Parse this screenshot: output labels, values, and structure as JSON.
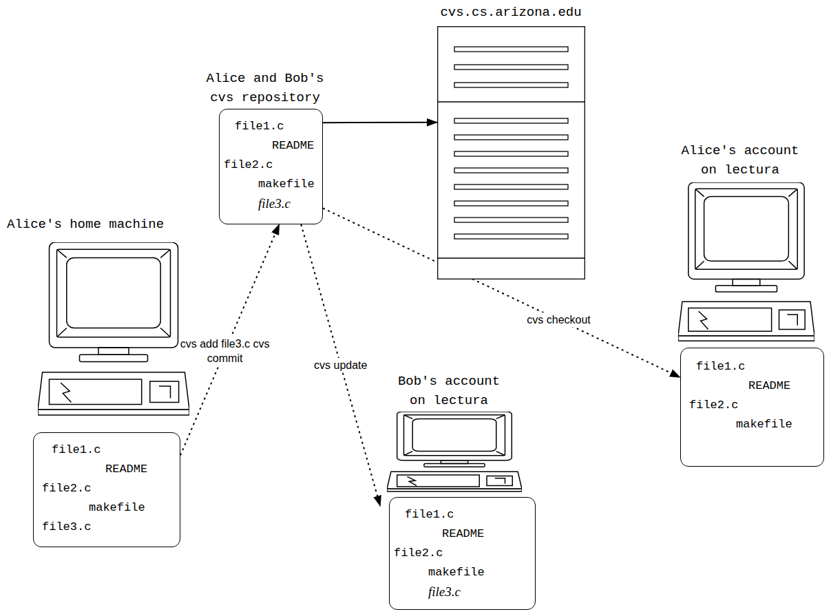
{
  "diagram": {
    "nodes": [
      {
        "text": [
          "Alice and Bob's cvs repository",
          "file1.c",
          "README",
          "file2.c",
          "makefile",
          "file3.c"
        ]
      },
      {
        "text": [
          "cvs.cs.arizona.edu"
        ]
      },
      {
        "text": [
          "Alice's home machine",
          "file1.c",
          "README",
          "file2.c",
          "makefile",
          "file3.c"
        ]
      },
      {
        "text": [
          "Bob's account on lectura",
          "file1.c",
          "README",
          "file2.c",
          "makefile",
          "file3.c"
        ]
      },
      {
        "text": [
          "Alice's account on lectura",
          "file1.c",
          "README",
          "file2.c",
          "makefile"
        ]
      }
    ],
    "edges": [
      {
        "from": 0,
        "to": 1,
        "arrow": "to"
      },
      {
        "from": 2,
        "to": 0,
        "label": "cvs add file3.c cvs commit",
        "arrow": "to"
      },
      {
        "from": 0,
        "to": 3,
        "label": "cvs update",
        "arrow": "to"
      },
      {
        "from": 0,
        "to": 4,
        "label": "cvs checkout",
        "arrow": "to"
      }
    ]
  }
}
